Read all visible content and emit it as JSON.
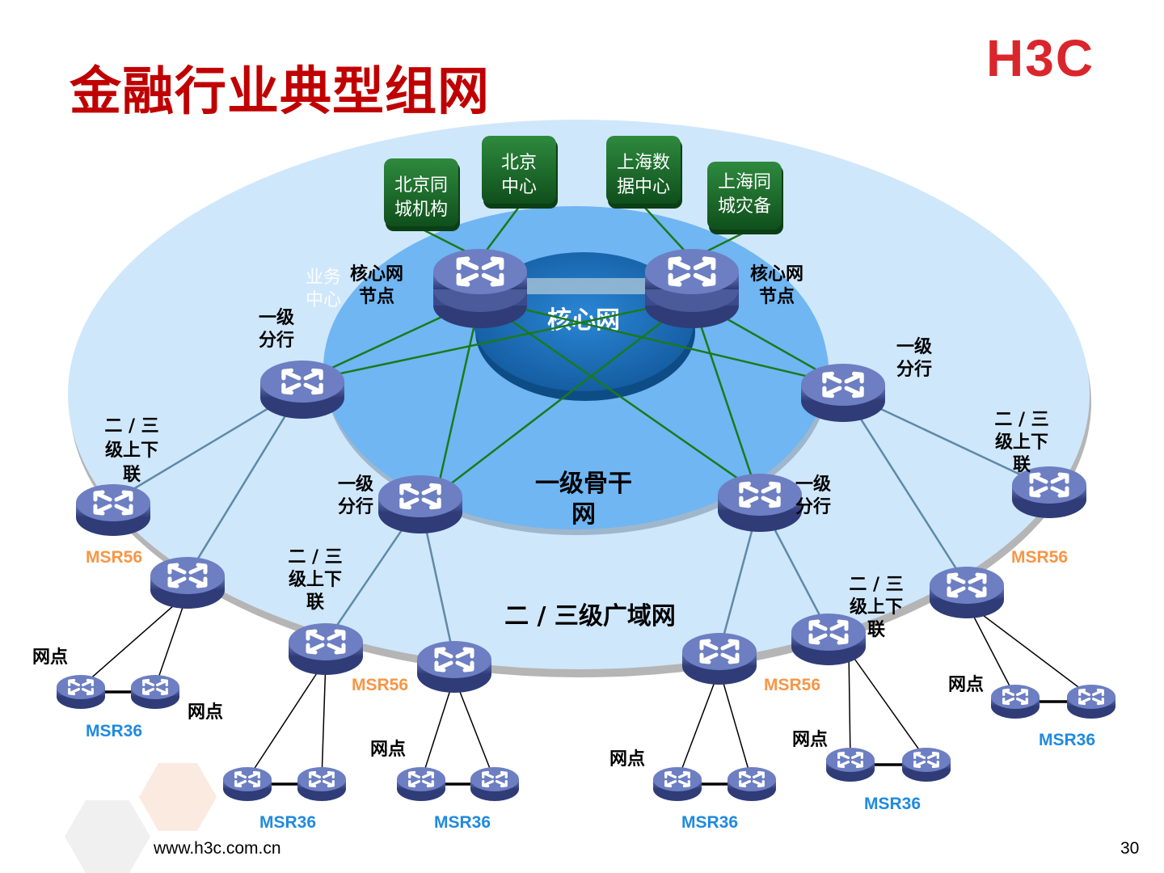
{
  "slide": {
    "title": "金融行业典型组网",
    "logo": "H3C",
    "footer_url": "www.h3c.com.cn",
    "page_number": "30"
  },
  "colors": {
    "title": "#c00000",
    "logo": "#d9262c",
    "outer_ring": "#cfe7fb",
    "middle_ring": "#6fb6f3",
    "core_ring": "#1d6fb5",
    "datacenter_box": "#1b6e2a",
    "core_link": "#1a7a1a",
    "wan_link": "#5e8aa8",
    "router": "#4a5a9a",
    "msr56_label": "#f79646",
    "msr36_label": "#1f8ae0"
  },
  "zones": {
    "core": "核心网",
    "backbone_line1": "一级骨干",
    "backbone_line2": "网",
    "wan": "二 / 三级广域网"
  },
  "datacenters": [
    {
      "line1": "北京同",
      "line2": "城机构"
    },
    {
      "line1": "北京",
      "line2": "中心"
    },
    {
      "line1": "上海数",
      "line2": "据中心"
    },
    {
      "line1": "上海同",
      "line2": "城灾备"
    }
  ],
  "labels": {
    "core_node_line1": "核心网",
    "core_node_line2": "节点",
    "business_center_line1": "业务",
    "business_center_line2": "中心",
    "branch1_line1": "一级",
    "branch1_line2": "分行",
    "uplink_line1": "二 / 三",
    "uplink_line2": "级上下",
    "uplink_line3": "联",
    "outlet": "网点",
    "msr56": "MSR56",
    "msr36": "MSR36"
  }
}
